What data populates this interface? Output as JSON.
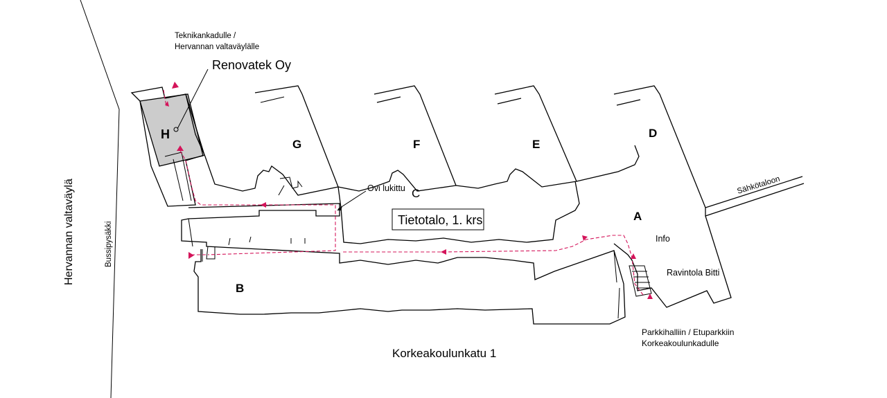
{
  "labels": {
    "street_top": [
      "Teknikankadulle /",
      "Hervannan valtaväylälle"
    ],
    "company": "Renovatek Oy",
    "building_h": "H",
    "building_g": "G",
    "building_f": "F",
    "building_e": "E",
    "building_d": "D",
    "building_c": "C",
    "building_a": "A",
    "building_b": "B",
    "door_locked": "Ovi lukittu",
    "floor_title": "Tietotalo, 1. krs",
    "info": "Info",
    "restaurant": "Ravintola Bitti",
    "power_house": "Sähkötaloon",
    "main_road": "Hervannan valtaväylä",
    "bus_stop": "Bussipysäkki",
    "address": "Korkeakoulunkatu 1",
    "parking": [
      "Parkkihalliin / Etuparkkiin",
      "Korkeakoulunkadulle"
    ]
  },
  "colors": {
    "route": "#d4145a",
    "highlight_fill": "#cccccc",
    "line": "#000000"
  }
}
